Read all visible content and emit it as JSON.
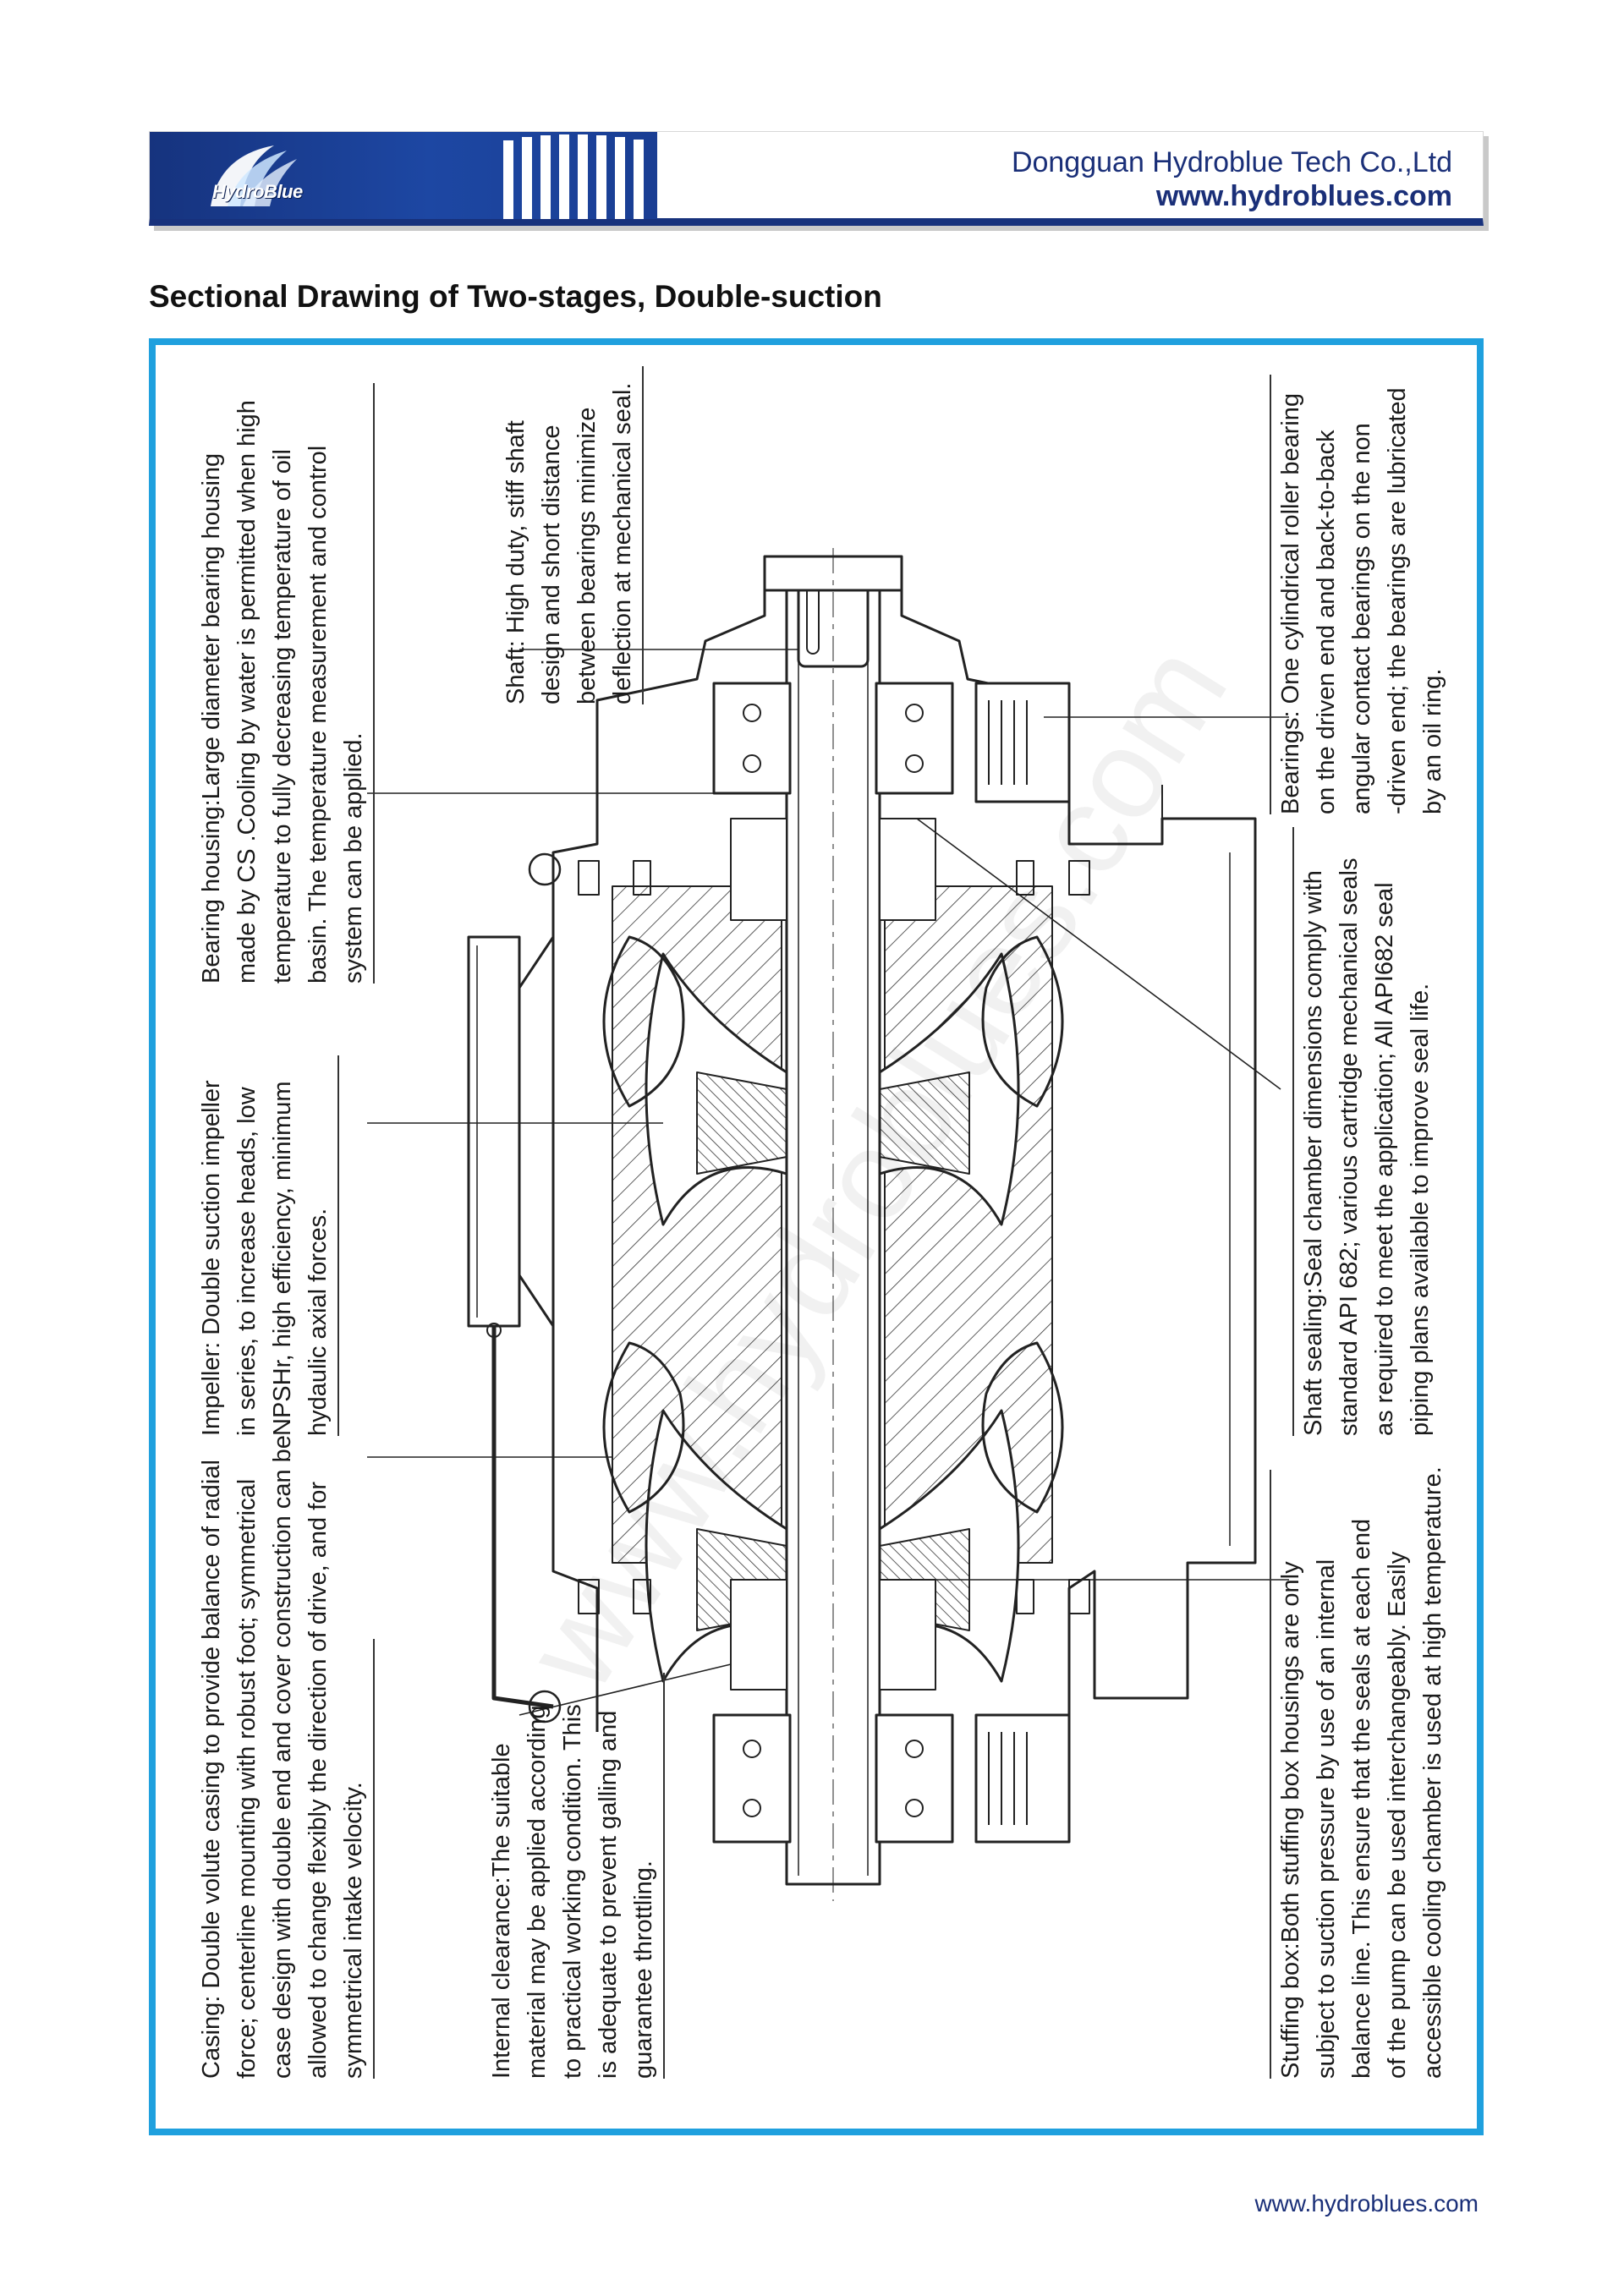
{
  "header": {
    "logo_text": "HydroBlue",
    "company_name": "Dongguan Hydroblue Tech Co.,Ltd",
    "company_url": "www.hydroblues.com",
    "colors": {
      "banner": "#1a3e93",
      "text": "#1a2f78"
    }
  },
  "title": "Sectional Drawing of Two-stages, Double-suction",
  "frame_color": "#1fa0de",
  "notes": {
    "casing": [
      "Casing: Double volute casing to provide balance of radial",
      "force; centerline mounting with robust foot; symmetrical",
      "case design with double end and cover construction can be",
      "allowed to change flexibly the direction of drive, and for",
      "symmetrical intake velocity."
    ],
    "impeller": [
      "Impeller: Double suction impeller",
      "in series, to increase heads, low",
      "NPSHr, high efficiency, minimum",
      "hydaulic axial forces."
    ],
    "bearing_housing": [
      "Bearing housing:Large diameter bearing housing",
      "made by CS .Cooling by water is permitted when high",
      "temperature to fully decreasing  temperature of oil",
      "basin. The temperature measurement and control",
      "system can be applied."
    ],
    "internal_clearance": [
      "Internal clearance:The suitable",
      "material may be applied according",
      "to practical working condition. This",
      "is adequate to prevent galling and",
      "guarantee  throttling."
    ],
    "shaft": [
      "Shaft: High duty, stiff shaft",
      "design and short distance",
      "between bearings minimize",
      "deflection at mechanical seal."
    ],
    "stuffing_box": [
      "Stuffing box:Both stuffing box housings are only",
      "subject to suction pressure by use of an internal",
      "balance line. This ensure that the seals at each end",
      "of the pump can be used interchangeably. Easily",
      "accessible cooling chamber is used at high temperature."
    ],
    "shaft_sealing": [
      "Shaft sealing:Seal chamber dimensions comply with",
      "standard API 682; various cartridge mechanical seals",
      "as required to meet the application; All API682 seal",
      "piping plans available to improve seal life."
    ],
    "bearings": [
      "Bearings: One cylindrical roller bearing",
      "on the driven end and back-to-back",
      "angular contact bearings on the non",
      "-driven end; the bearings are lubricated",
      "by an oil ring."
    ]
  },
  "footer_url": "www.hydroblues.com"
}
